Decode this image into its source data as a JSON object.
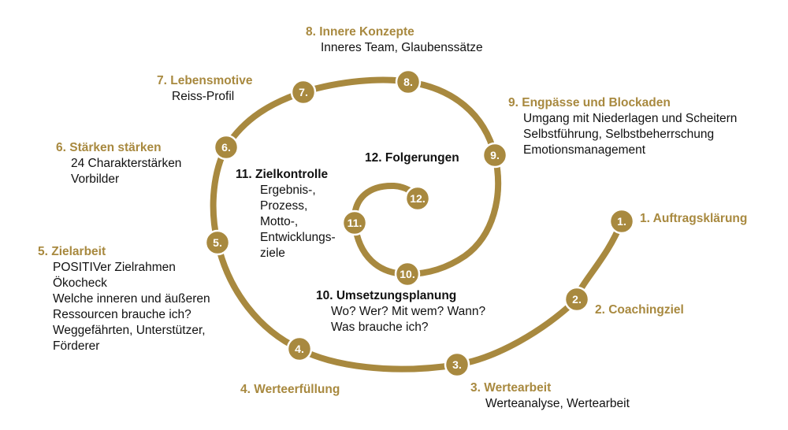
{
  "colors": {
    "accent": "#a8893f",
    "text": "#111111",
    "node_text": "#ffffff"
  },
  "steps": [
    {
      "number": "1.",
      "title": "1. Auftragsklärung",
      "lines": []
    },
    {
      "number": "2.",
      "title": "2. Coachingziel",
      "lines": []
    },
    {
      "number": "3.",
      "title": "3. Wertearbeit",
      "lines": [
        "Werteanalyse, Wertearbeit"
      ]
    },
    {
      "number": "4.",
      "title": "4. Werteerfüllung",
      "lines": []
    },
    {
      "number": "5.",
      "title": "5. Zielarbeit",
      "lines": [
        "POSITIVer Zielrahmen",
        "Ökocheck",
        "Welche inneren und äußeren",
        "Ressourcen brauche ich?",
        "Weggefährten, Unterstützer,",
        "Förderer"
      ]
    },
    {
      "number": "6.",
      "title": "6. Stärken stärken",
      "lines": [
        "24 Charakterstärken",
        "Vorbilder"
      ]
    },
    {
      "number": "7.",
      "title": "7. Lebensmotive",
      "lines": [
        "Reiss-Profil"
      ]
    },
    {
      "number": "8.",
      "title": "8. Innere Konzepte",
      "lines": [
        "Inneres Team, Glaubenssätze"
      ]
    },
    {
      "number": "9.",
      "title": "9. Engpässe und Blockaden",
      "lines": [
        "Umgang mit Niederlagen und Scheitern",
        "Selbstführung, Selbstbeherrschung",
        "Emotionsmanagement"
      ]
    },
    {
      "number": "10.",
      "title": "10. Umsetzungsplanung",
      "lines": [
        "Wo? Wer? Mit wem? Wann?",
        "Was brauche ich?"
      ]
    },
    {
      "number": "11.",
      "title": "11. Zielkontrolle",
      "lines": [
        "Ergebnis-,",
        "Prozess,",
        "Motto-,",
        "Entwicklungs-",
        "ziele"
      ]
    },
    {
      "number": "12.",
      "title": "12. Folgerungen",
      "lines": []
    }
  ]
}
